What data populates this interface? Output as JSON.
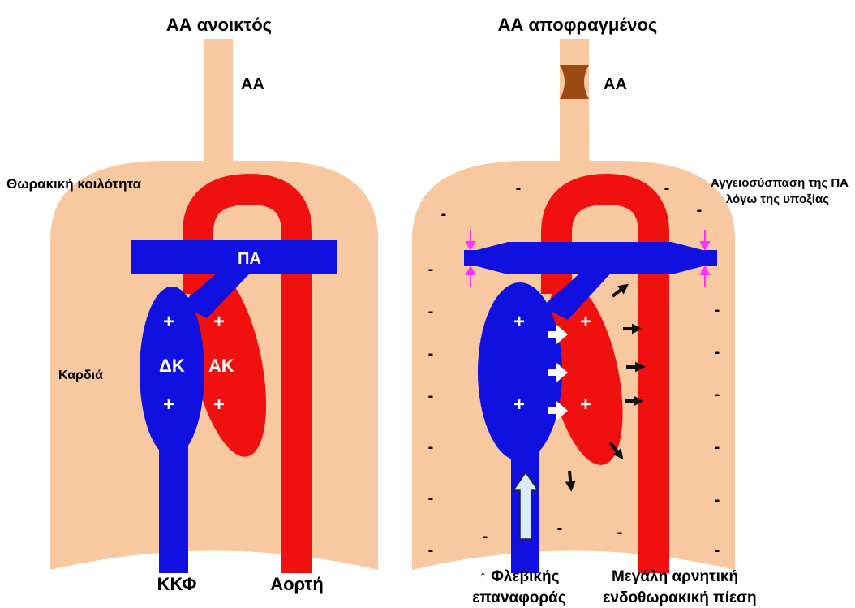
{
  "left": {
    "title": "ΑΑ ανοικτός",
    "aa_label": "ΑΑ",
    "thorax_label": "Θωρακική κοιλότητα",
    "pa_label": "ΠΑ",
    "heart_label": "Καρδιά",
    "rv_label": "ΔΚ",
    "lv_label": "ΑΚ",
    "plus_sign": "+",
    "ivc_label": "ΚΚΦ",
    "aorta_label": "Αορτή"
  },
  "right": {
    "title": "ΑΑ αποφραγμένος",
    "aa_label": "ΑΑ",
    "vasoconstriction_line1": "Αγγειοσύσπαση της ΠΑ",
    "vasoconstriction_line2": "λόγω της υποξίας",
    "plus_sign": "+",
    "minus_sign": "-",
    "venous_line1": "↑ Φλεβικής",
    "venous_line2": "επαναφοράς",
    "pressure_line1": "Μεγάλη αρνητική",
    "pressure_line2": "ενδοθωρακική πίεση"
  },
  "colors": {
    "body": "#f8c9a0",
    "venous_blue": "#1010e0",
    "arterial_red": "#f01010",
    "occlusion_brown": "#9a4a12",
    "constriction_magenta": "#ff30ff",
    "flow_arrow_light": "#d8ecf4"
  }
}
